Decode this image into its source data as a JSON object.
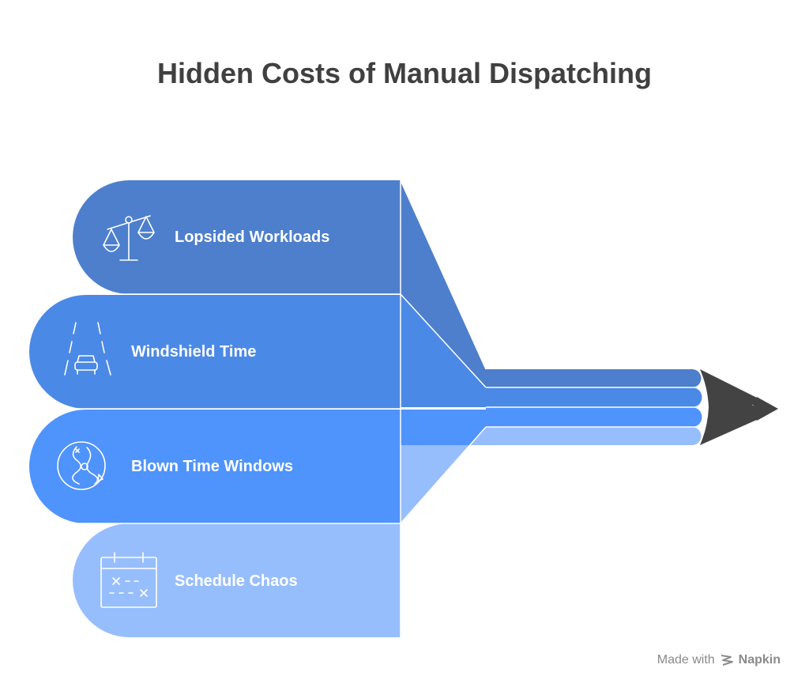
{
  "title": "Hidden Costs of Manual Dispatching",
  "items": [
    {
      "label": "Lopsided Workloads",
      "icon": "scale-balance-icon",
      "color": "#4d7fcc"
    },
    {
      "label": "Windshield Time",
      "icon": "road-car-icon",
      "color": "#4b89e6"
    },
    {
      "label": "Blown Time Windows",
      "icon": "route-map-icon",
      "color": "#4f93fc"
    },
    {
      "label": "Schedule Chaos",
      "icon": "calendar-icon",
      "color": "#97befc"
    }
  ],
  "tip_color": "#434343",
  "footer": {
    "made_with": "Made with",
    "brand": "Napkin"
  }
}
